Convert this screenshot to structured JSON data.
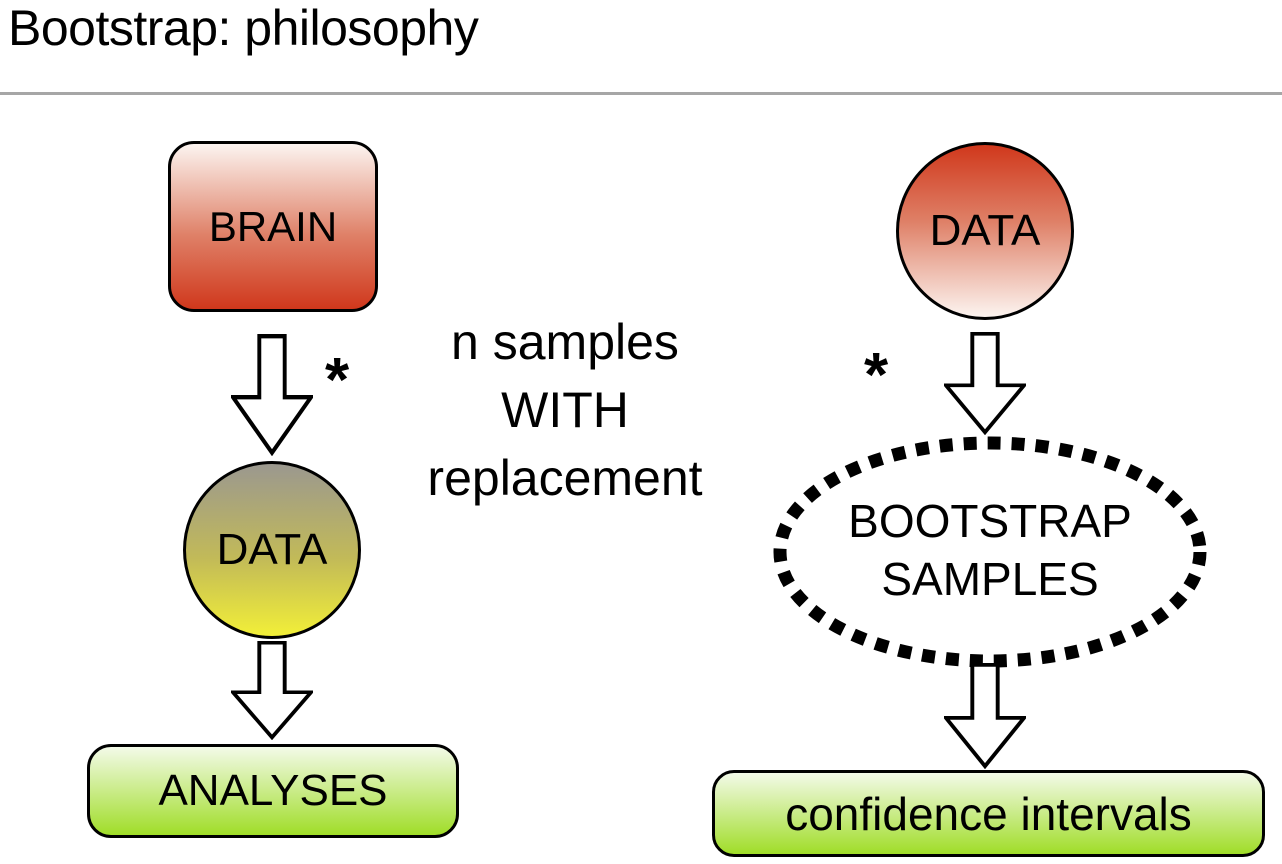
{
  "title": "Bootstrap: philosophy",
  "colors": {
    "red": "#d0381c",
    "red_pale": "#fcf4f0",
    "red_mid": "#df8168",
    "gray_top": "#9b988f",
    "olive_mid": "#c2ba58",
    "yellow": "#f2ef38",
    "green": "#a0dd28",
    "green_pale": "#f3fae8",
    "outline": "#000000",
    "divider": "#a6a6a6",
    "text": "#000000",
    "bg": "#ffffff"
  },
  "left_flow": {
    "brain_label": "BRAIN",
    "data_label": "DATA",
    "analyses_label": "ANALYSES",
    "asterisk": "*"
  },
  "note": {
    "lines": [
      "n samples",
      "WITH",
      "replacement"
    ]
  },
  "right_flow": {
    "data_label": "DATA",
    "asterisk": "*",
    "bootstrap_lines": [
      "BOOTSTRAP",
      "SAMPLES"
    ],
    "confidence_label": "confidence intervals"
  }
}
